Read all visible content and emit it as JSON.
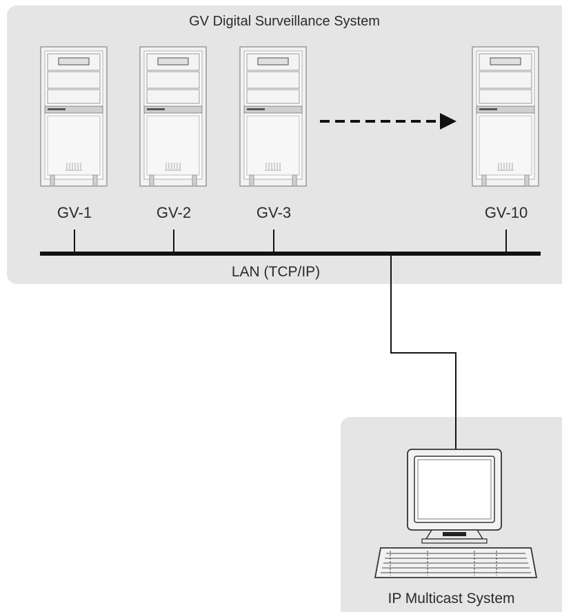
{
  "diagram": {
    "system_title": "GV Digital Surveillance System",
    "servers": [
      {
        "name": "GV-1"
      },
      {
        "name": "GV-2"
      },
      {
        "name": "GV-3"
      },
      {
        "name": "GV-10"
      }
    ],
    "network_label": "LAN (TCP/IP)",
    "client_label": "IP Multicast System"
  }
}
